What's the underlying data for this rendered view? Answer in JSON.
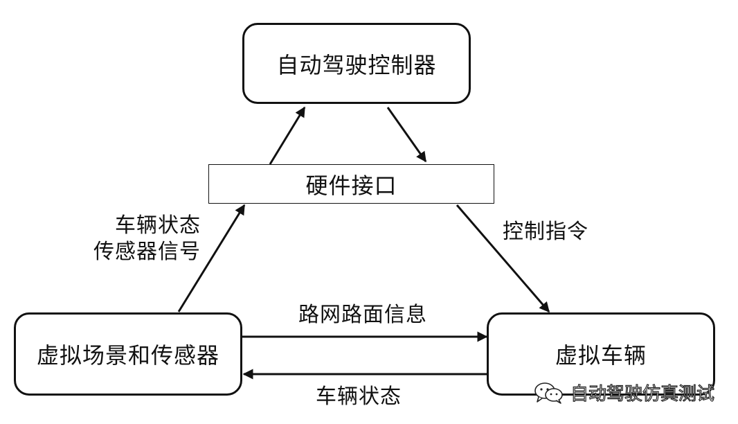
{
  "nodes": {
    "controller": "自动驾驶控制器",
    "hardware_interface": "硬件接口",
    "scene_sensors": "虚拟场景和传感器",
    "vehicle": "虚拟车辆"
  },
  "edge_labels": {
    "scene_to_interface_line1": "车辆状态",
    "scene_to_interface_line2": "传感器信号",
    "interface_to_vehicle": "控制指令",
    "scene_to_vehicle": "路网路面信息",
    "vehicle_to_scene": "车辆状态"
  },
  "watermark": {
    "text": "自动驾驶仿真测试",
    "icon": "wechat-icon"
  }
}
